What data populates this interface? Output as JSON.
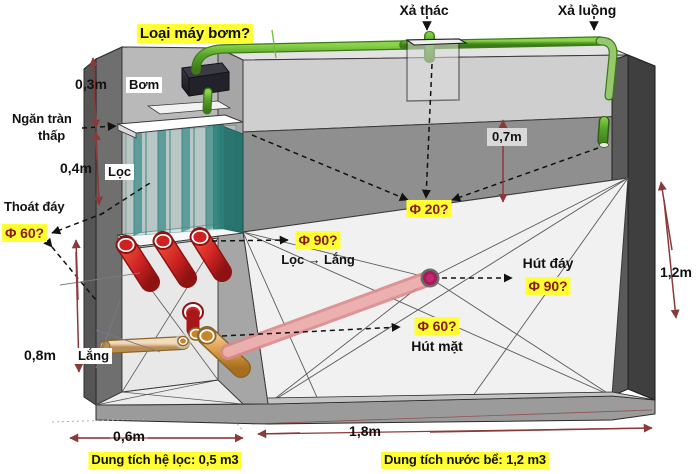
{
  "diagram": {
    "title_note": "Ban ve be loc nuoc",
    "colors": {
      "highlight": "#ffff33",
      "phi_text": "#8b1a12",
      "pipe_green": "#5aa52b",
      "pipe_red": "#cc2222",
      "pipe_orange": "#c8862a",
      "pipe_pink": "#e8a0a0",
      "node_magenta": "#a81a5a",
      "wall_dark": "#4a4a4a",
      "wall_mid": "#8c8c8c",
      "wall_light": "#d3d3d3",
      "floor": "#f0f0f0",
      "glass_teal": "#2e7f7a",
      "dim_line": "#8b3a3a",
      "pump_body": "#2b2b33"
    }
  },
  "annotations": {
    "pump_type_question": "Loại máy bơm?",
    "pump_label": "Bơm",
    "filter_label": "Lọc",
    "settling_label": "Lắng",
    "low_overflow_partition": "Ngăn tràn\nthấp",
    "low_overflow_line1": "Ngăn tràn",
    "low_overflow_line2": "thấp",
    "bottom_drain": "Thoát đáy",
    "bottom_drain_phi": "Φ 60?",
    "filter_to_settling_phi": "Φ 90?",
    "filter_to_settling_label": "Lọc → Lắng",
    "waterfall_discharge": "Xả thác",
    "stream_discharge": "Xả luồng",
    "return_phi": "Φ 20?",
    "bottom_suction": "Hút đáy",
    "bottom_suction_phi": "Φ 90?",
    "surface_suction": "Hút mặt",
    "surface_suction_phi": "Φ 60?"
  },
  "dimensions": {
    "top_height": "0,3m",
    "filter_height": "0,4m",
    "settling_height": "0,8m",
    "water_depth": "0,7m",
    "tank_height_right": "1,2m",
    "filter_width": "0,6m",
    "tank_length": "1,8m"
  },
  "captions": {
    "filter_volume": "Dung tích hệ lọc: 0,5 m3",
    "tank_water_volume": "Dung tích nước bể: 1,2 m3"
  }
}
